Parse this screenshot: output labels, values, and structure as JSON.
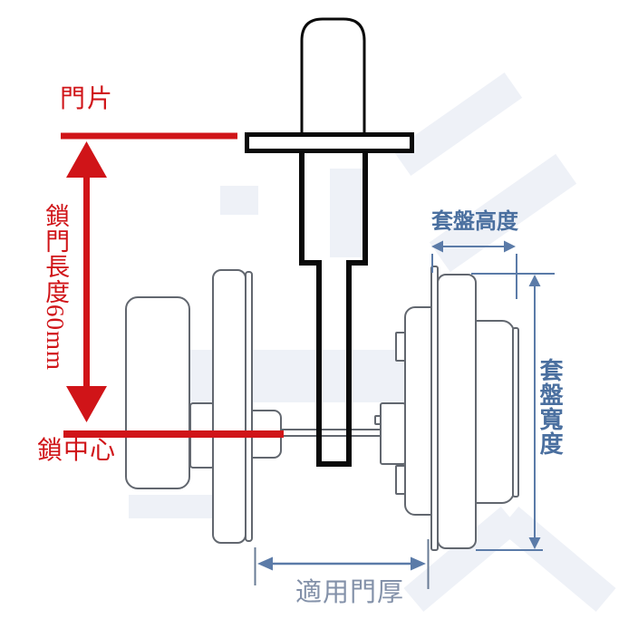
{
  "diagram": {
    "type": "door-lock dimension diagram",
    "annotations": {
      "door_panel": "門片",
      "lock_length": "鎖門長度60mm",
      "lock_center": "鎖中心",
      "plate_height": "套盤高度",
      "plate_width": "套盤寬度",
      "door_thickness": "適用門厚"
    },
    "values": {
      "lock_length": "60mm"
    },
    "colors": {
      "red_annotation": "#d01418",
      "blue_annotation": "#4a6f9f",
      "blue_dimension_line": "#5b7ba8",
      "gray_blue_annotation": "#8391a9",
      "drawing_line": "#62676f",
      "shaft_black": "#000000",
      "watermark": "#eef1f7",
      "background": "#ffffff"
    }
  }
}
